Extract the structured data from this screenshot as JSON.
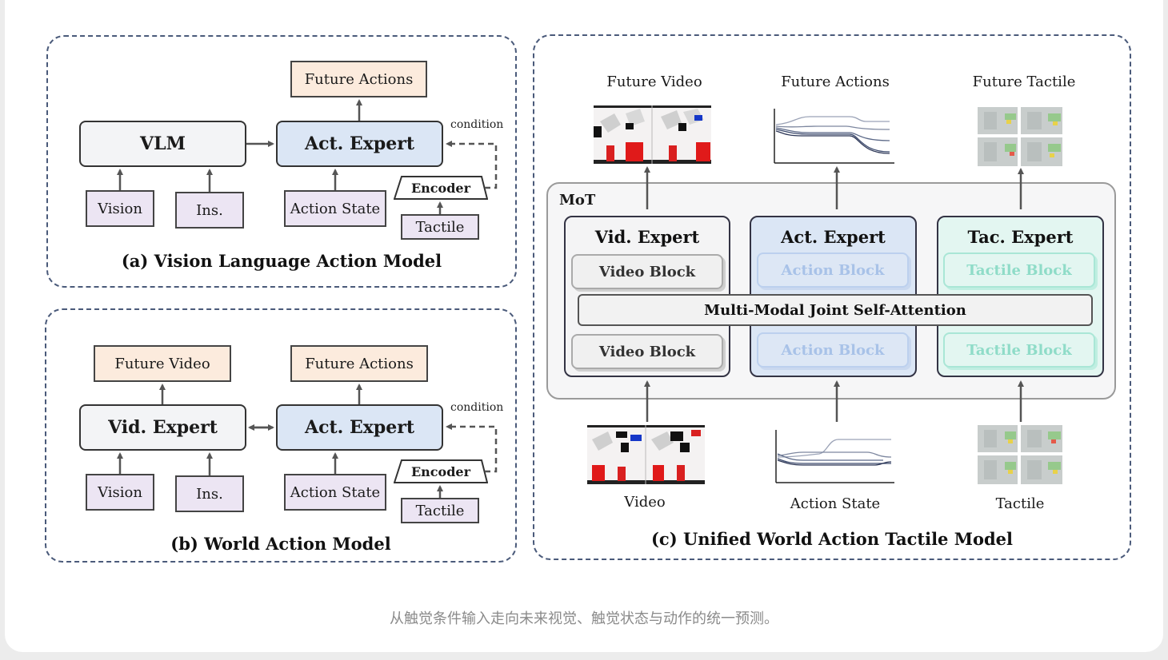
{
  "panel_a": {
    "caption": "(a) Vision Language Action Model",
    "future_actions": "Future Actions",
    "vlm": "VLM",
    "act_expert": "Act. Expert",
    "condition": "condition",
    "encoder": "Encoder",
    "vision": "Vision",
    "ins": "Ins.",
    "action_state": "Action State",
    "tactile": "Tactile"
  },
  "panel_b": {
    "caption": "(b) World Action Model",
    "future_video": "Future Video",
    "future_actions": "Future Actions",
    "vid_expert": "Vid. Expert",
    "act_expert": "Act. Expert",
    "condition": "condition",
    "encoder": "Encoder",
    "vision": "Vision",
    "ins": "Ins.",
    "action_state": "Action State",
    "tactile": "Tactile"
  },
  "panel_c": {
    "caption": "(c) Unified World Action Tactile Model",
    "future_video": "Future Video",
    "future_actions": "Future Actions",
    "future_tactile": "Future Tactile",
    "mot": "MoT",
    "vid_expert": "Vid. Expert",
    "act_expert": "Act. Expert",
    "tac_expert": "Tac. Expert",
    "video_block": "Video Block",
    "action_block": "Action Block",
    "tactile_block": "Tactile Block",
    "joint_attention": "Multi-Modal Joint Self-Attention",
    "video": "Video",
    "action_state": "Action State",
    "tactile": "Tactile"
  },
  "footer_caption": "从触觉条件输入走向未来视觉、触觉状态与动作的统一预测。",
  "colors": {
    "future_fill": "#fcebdd",
    "input_fill": "#ece5f3",
    "act_expert_fill": "#dbe6f5",
    "tac_expert_fill": "#e3f6f1",
    "border_dashed": "#4a5a7a"
  }
}
